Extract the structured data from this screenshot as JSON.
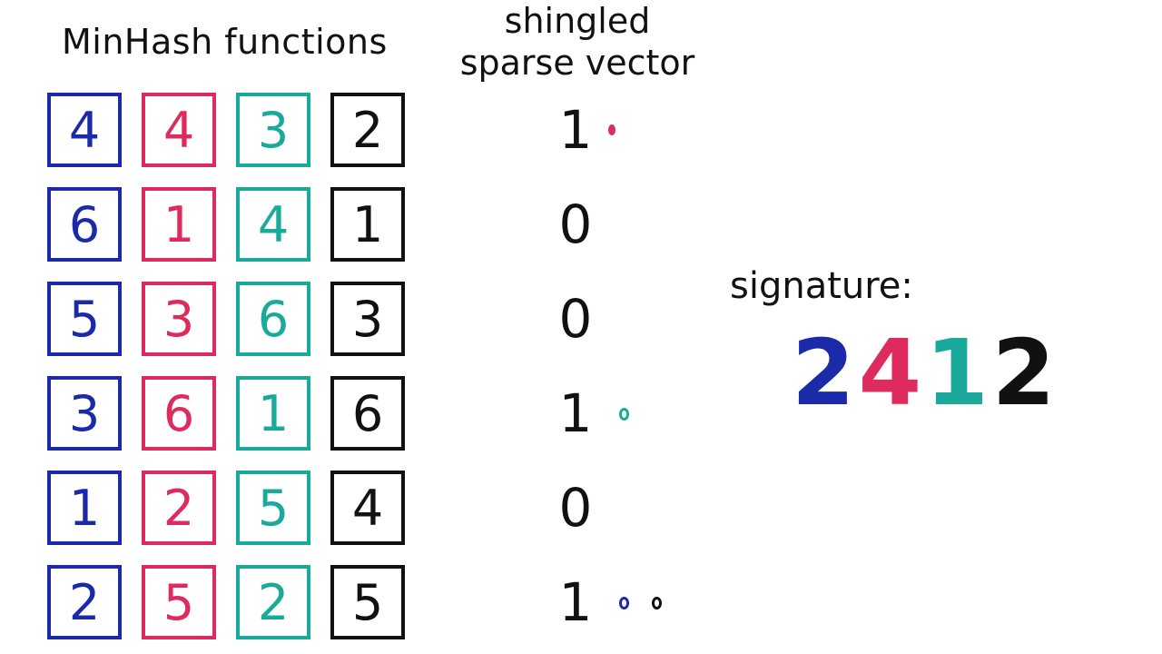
{
  "title": "MinHash functions",
  "vector_title": [
    "shingled",
    "sparse vector"
  ],
  "colors": {
    "blue": "#1a2aa8",
    "red": "#de2b5d",
    "teal": "#1aaa9c",
    "black": "#111111"
  },
  "columns": [
    "blue",
    "red",
    "teal",
    "black"
  ],
  "rows": [
    {
      "values": [
        "4",
        "4",
        "3",
        "2"
      ],
      "vector": "1",
      "markers": [
        "red-filled"
      ]
    },
    {
      "values": [
        "6",
        "1",
        "4",
        "1"
      ],
      "vector": "0",
      "markers": []
    },
    {
      "values": [
        "5",
        "3",
        "6",
        "3"
      ],
      "vector": "0",
      "markers": []
    },
    {
      "values": [
        "3",
        "6",
        "1",
        "6"
      ],
      "vector": "1",
      "markers": [
        "teal-ring"
      ]
    },
    {
      "values": [
        "1",
        "2",
        "5",
        "4"
      ],
      "vector": "0",
      "markers": []
    },
    {
      "values": [
        "2",
        "5",
        "2",
        "5"
      ],
      "vector": "1",
      "markers": [
        "blue-ring",
        "black-ring"
      ]
    }
  ],
  "signature_label": "signature:",
  "signature": [
    "2",
    "4",
    "1",
    "2"
  ]
}
